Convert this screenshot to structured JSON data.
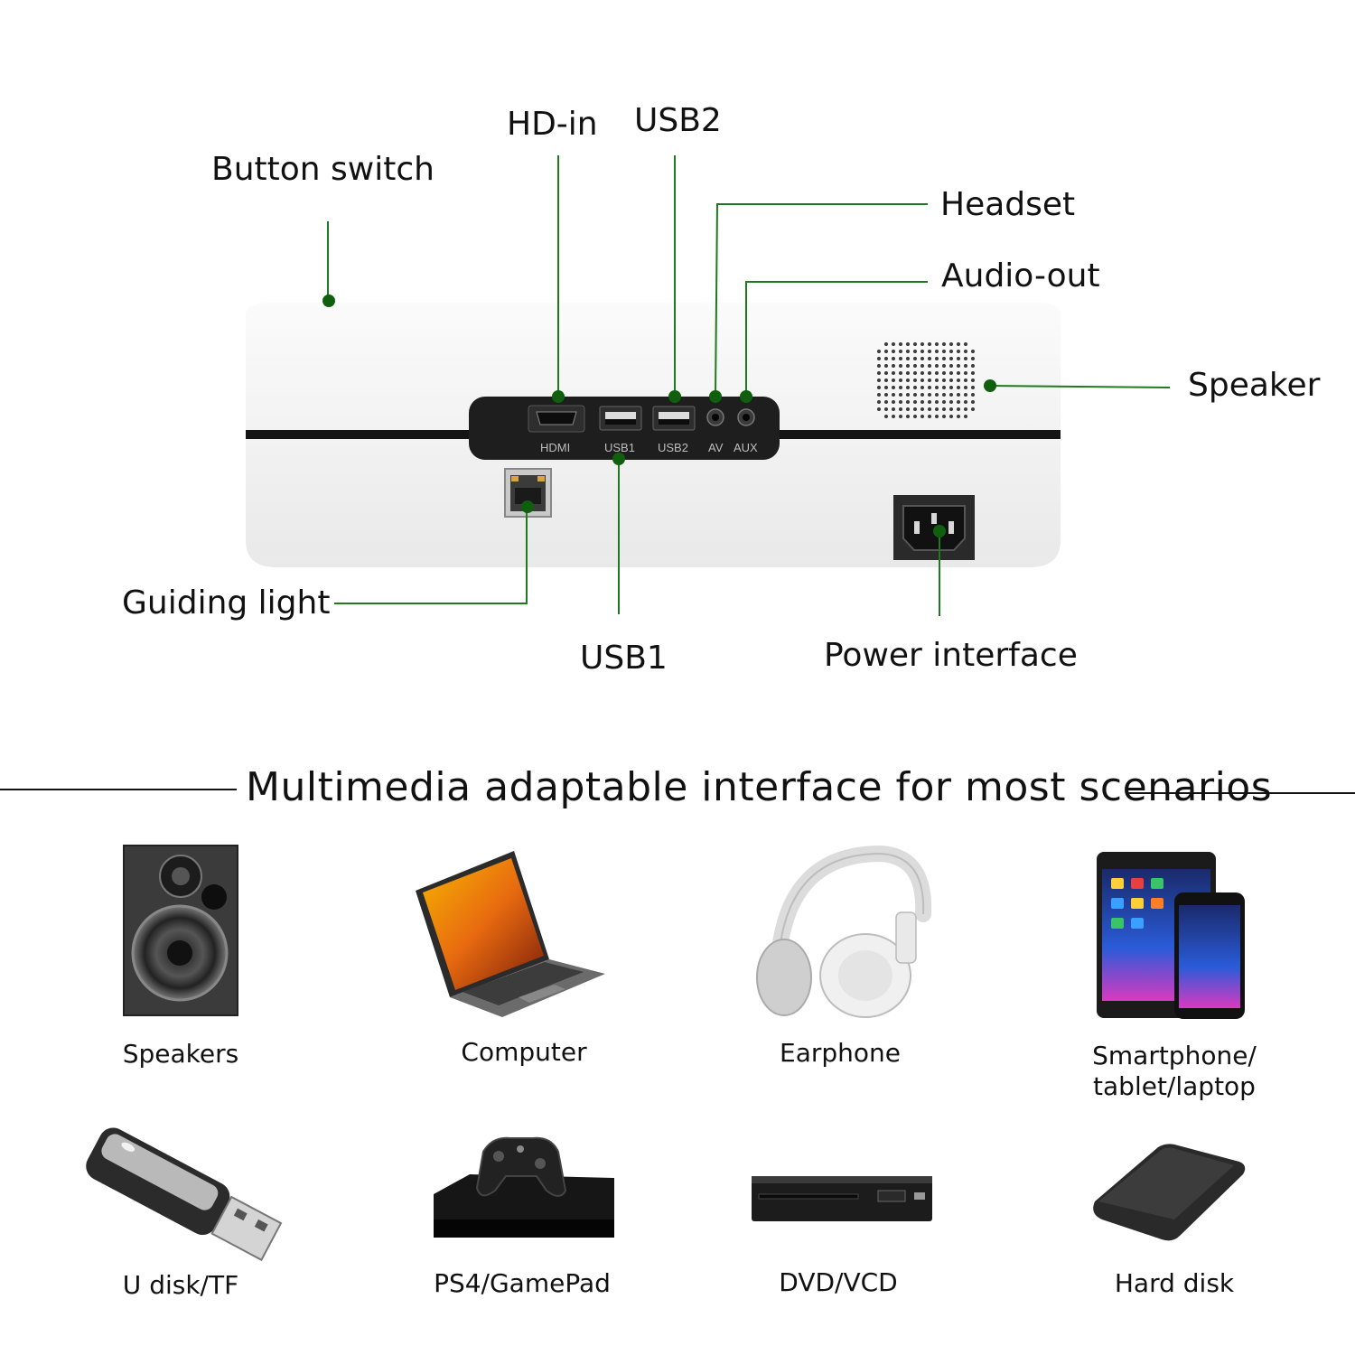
{
  "callouts": {
    "button_switch": "Button switch",
    "hd_in": "HD-in",
    "usb2": "USB2",
    "headset": "Headset",
    "audio_out": "Audio-out",
    "speaker": "Speaker",
    "guiding_light": "Guiding light",
    "usb1": "USB1",
    "power_interface": "Power interface"
  },
  "port_labels": {
    "hdmi": "HDMI",
    "usb1": "USB1",
    "usb2": "USB2",
    "av": "AV",
    "aux": "AUX"
  },
  "headline": "Multimedia adaptable interface for most scenarios",
  "devices": [
    {
      "label": "Speakers",
      "icon": "speaker-cabinet-icon"
    },
    {
      "label": "Computer",
      "icon": "laptop-icon"
    },
    {
      "label": "Earphone",
      "icon": "headphones-icon"
    },
    {
      "label": "Smartphone/\ntablet/laptop",
      "icon": "tablet-phone-icon"
    },
    {
      "label": "U disk/TF",
      "icon": "usb-drive-icon"
    },
    {
      "label": "PS4/GamePad",
      "icon": "game-console-icon"
    },
    {
      "label": "DVD/VCD",
      "icon": "dvd-player-icon"
    },
    {
      "label": "Hard disk",
      "icon": "hard-disk-icon"
    }
  ],
  "colors": {
    "callout_line": "#1f7a1f",
    "callout_dot": "#0f5f0f",
    "device_body": "#f2f2f2",
    "port_panel": "#202020"
  }
}
